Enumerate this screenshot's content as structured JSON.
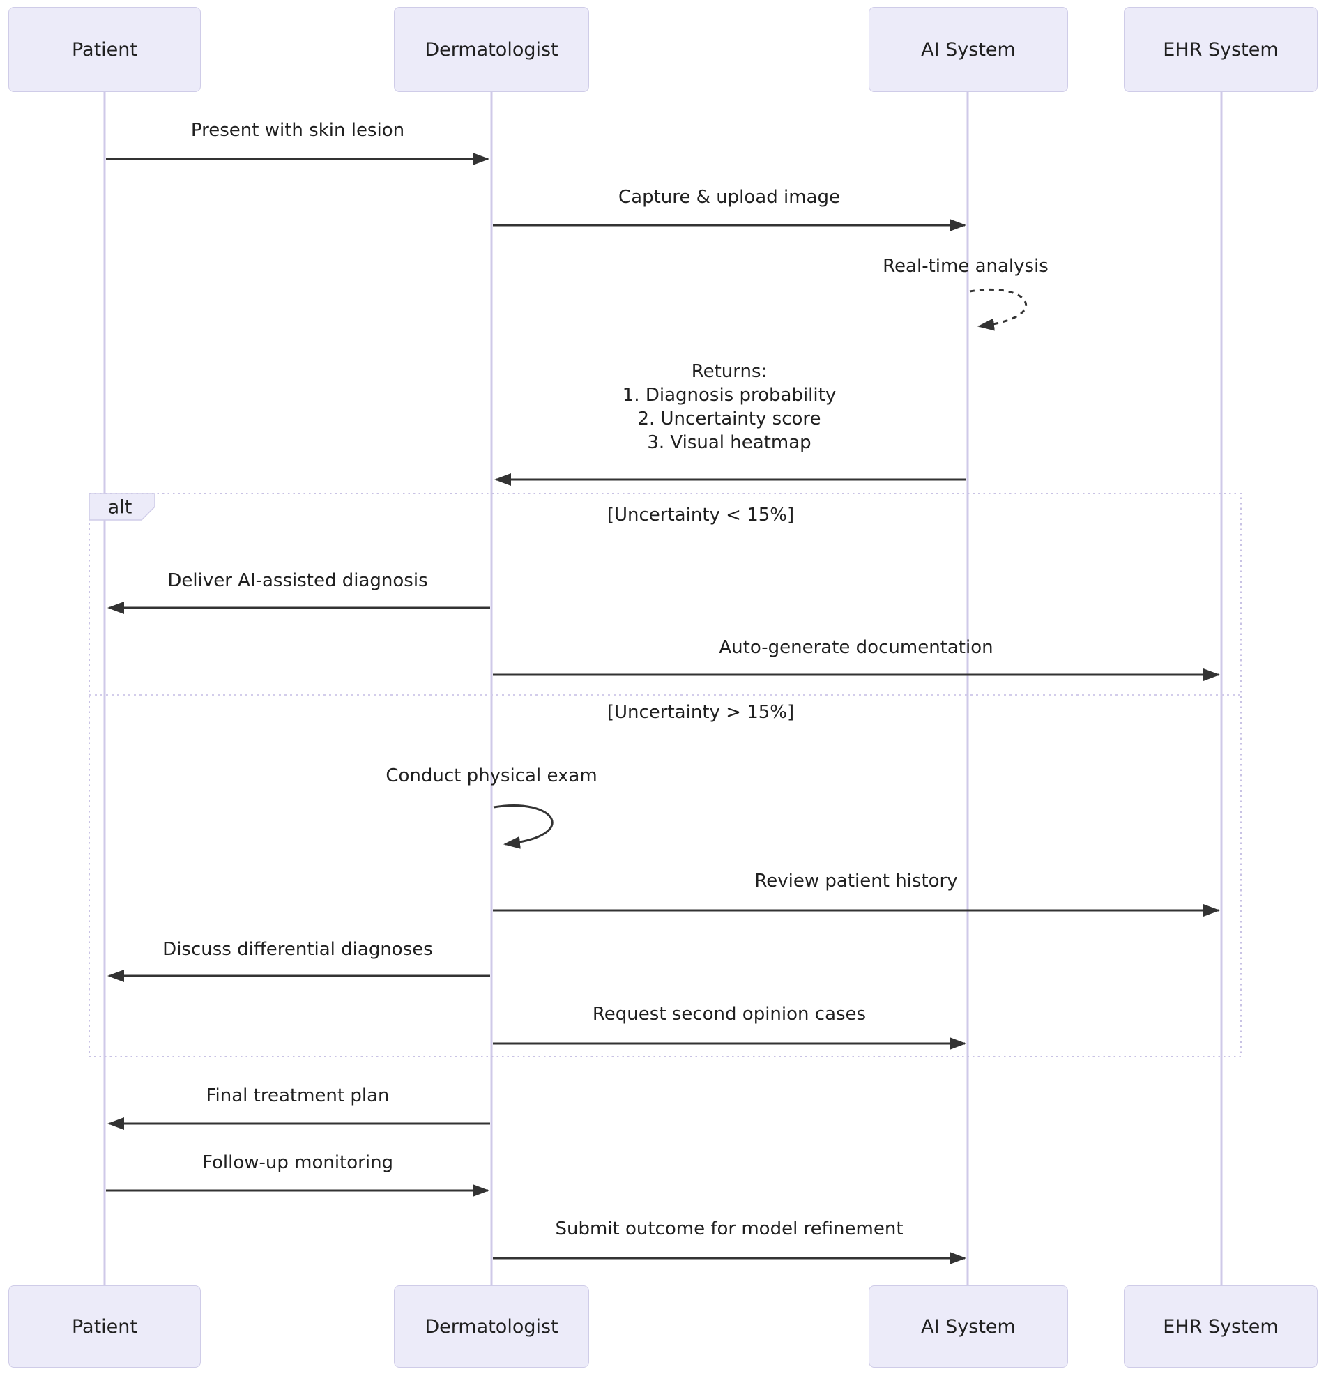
{
  "diagram": {
    "type": "sequence-diagram",
    "actors": [
      {
        "id": "patient",
        "label": "Patient"
      },
      {
        "id": "dermatologist",
        "label": "Dermatologist"
      },
      {
        "id": "ai-system",
        "label": "AI System"
      },
      {
        "id": "ehr-system",
        "label": "EHR System"
      }
    ],
    "messages": [
      {
        "from": "Patient",
        "to": "Dermatologist",
        "type": "solid-arrow",
        "text": "Present with skin lesion"
      },
      {
        "from": "Dermatologist",
        "to": "AI System",
        "type": "solid-arrow",
        "text": "Capture & upload image"
      },
      {
        "from": "AI System",
        "to": "AI System",
        "type": "self-loop-dashed",
        "text": "Real-time analysis"
      },
      {
        "from": "AI System",
        "to": "Dermatologist",
        "type": "solid-arrow",
        "text": "Returns: 1. Diagnosis probability 2. Uncertainty score 3. Visual heatmap",
        "lines": [
          "Returns:",
          "1. Diagnosis probability",
          "2. Uncertainty score",
          "3. Visual heatmap"
        ]
      },
      {
        "from": "Dermatologist",
        "to": "Patient",
        "type": "solid-arrow",
        "text": "Deliver AI-assisted diagnosis"
      },
      {
        "from": "Dermatologist",
        "to": "EHR System",
        "type": "solid-arrow",
        "text": "Auto-generate documentation"
      },
      {
        "from": "Dermatologist",
        "to": "Dermatologist",
        "type": "self-loop-solid",
        "text": "Conduct physical exam"
      },
      {
        "from": "Dermatologist",
        "to": "EHR System",
        "type": "solid-arrow",
        "text": "Review patient history"
      },
      {
        "from": "Dermatologist",
        "to": "Patient",
        "type": "solid-arrow",
        "text": "Discuss differential diagnoses"
      },
      {
        "from": "Dermatologist",
        "to": "AI System",
        "type": "solid-arrow",
        "text": "Request second opinion cases"
      },
      {
        "from": "Dermatologist",
        "to": "Patient",
        "type": "solid-arrow",
        "text": "Final treatment plan"
      },
      {
        "from": "Patient",
        "to": "Dermatologist",
        "type": "solid-arrow",
        "text": "Follow-up monitoring"
      },
      {
        "from": "Dermatologist",
        "to": "AI System",
        "type": "solid-arrow",
        "text": "Submit outcome for model refinement"
      }
    ],
    "alt_block": {
      "label": "alt",
      "conditions": [
        "[Uncertainty < 15%]",
        "[Uncertainty > 15%]"
      ]
    },
    "colors": {
      "actor-fill": "#ECEBF9",
      "actor-border": "#CFCCE8",
      "lifeline": "#CFC9E8",
      "frame-border": "#C8C2E4",
      "arrow": "#333333",
      "text": "#202020",
      "bg": "#FFFFFF"
    }
  }
}
